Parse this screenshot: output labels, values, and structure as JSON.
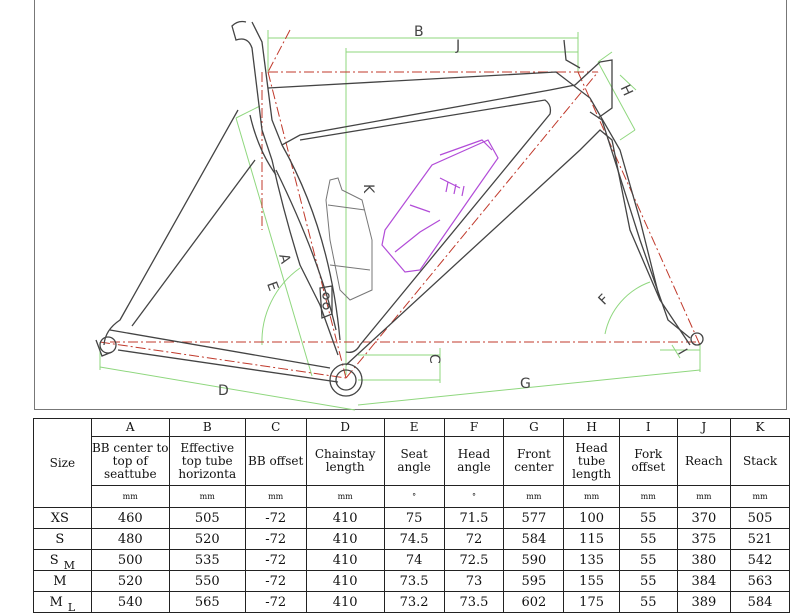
{
  "diagram": {
    "labels": {
      "A": "A",
      "B": "B",
      "C": "C",
      "D": "D",
      "E": "E",
      "F": "F",
      "G": "G",
      "H": "H",
      "I": "I",
      "J": "J",
      "K": "K"
    },
    "colors": {
      "frame": "#444444",
      "dimension_green": "#8fd77e",
      "dimension_red": "#c0392b",
      "bottle_purple": "#b24cd8",
      "bottle_gray": "#777777"
    }
  },
  "table": {
    "size_header": "Size",
    "columns": [
      {
        "letter": "A",
        "name": "BB center to top of seattube",
        "unit": "mm"
      },
      {
        "letter": "B",
        "name": "Effective top tube horizonta",
        "unit": "mm"
      },
      {
        "letter": "C",
        "name": "BB offset",
        "unit": "mm"
      },
      {
        "letter": "D",
        "name": "Chainstay length",
        "unit": "mm"
      },
      {
        "letter": "E",
        "name": "Seat angle",
        "unit": "°"
      },
      {
        "letter": "F",
        "name": "Head angle",
        "unit": "°"
      },
      {
        "letter": "G",
        "name": "Front center",
        "unit": "mm"
      },
      {
        "letter": "H",
        "name": "Head tube length",
        "unit": "mm"
      },
      {
        "letter": "I",
        "name": "Fork offset",
        "unit": "mm"
      },
      {
        "letter": "J",
        "name": "Reach",
        "unit": "mm"
      },
      {
        "letter": "K",
        "name": "Stack",
        "unit": "mm"
      }
    ],
    "rows": [
      {
        "size": "XS",
        "sub": "",
        "values": [
          "460",
          "505",
          "-72",
          "410",
          "75",
          "71.5",
          "577",
          "100",
          "55",
          "370",
          "505"
        ]
      },
      {
        "size": "S",
        "sub": "",
        "values": [
          "480",
          "520",
          "-72",
          "410",
          "74.5",
          "72",
          "584",
          "115",
          "55",
          "375",
          "521"
        ]
      },
      {
        "size": "S",
        "sub": "M",
        "values": [
          "500",
          "535",
          "-72",
          "410",
          "74",
          "72.5",
          "590",
          "135",
          "55",
          "380",
          "542"
        ]
      },
      {
        "size": "M",
        "sub": "",
        "values": [
          "520",
          "550",
          "-72",
          "410",
          "73.5",
          "73",
          "595",
          "155",
          "55",
          "384",
          "563"
        ]
      },
      {
        "size": "M",
        "sub": "L",
        "values": [
          "540",
          "565",
          "-72",
          "410",
          "73.2",
          "73.5",
          "602",
          "175",
          "55",
          "389",
          "584"
        ]
      }
    ]
  }
}
